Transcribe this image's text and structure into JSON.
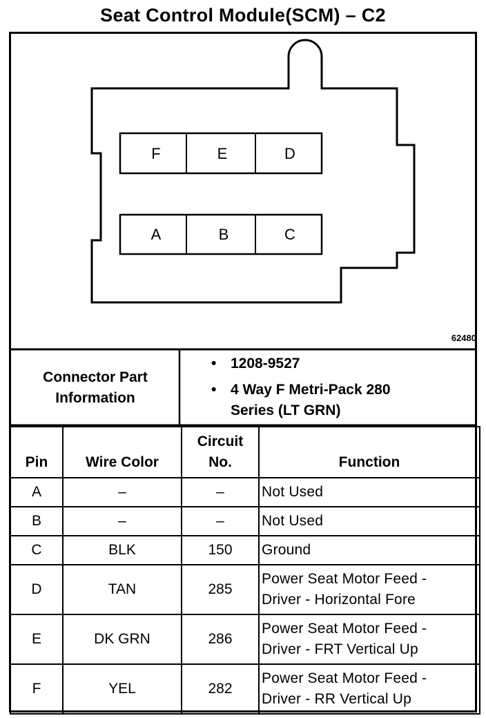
{
  "title": "Seat Control Module(SCM) – C2",
  "figure_id": "62480",
  "connector_pins": {
    "top_row": [
      "F",
      "E",
      "D"
    ],
    "bottom_row": [
      "A",
      "B",
      "C"
    ]
  },
  "connector_info": {
    "label_line1": "Connector Part",
    "label_line2": "Information",
    "items": [
      {
        "line1": "1208-9527",
        "line2": ""
      },
      {
        "line1": "4 Way F Metri-Pack 280",
        "line2": "Series (LT GRN)"
      }
    ]
  },
  "table": {
    "headers": {
      "pin": "Pin",
      "wire_color": "Wire Color",
      "circuit_line1": "Circuit",
      "circuit_line2": "No.",
      "function": "Function"
    },
    "rows": [
      {
        "pin": "A",
        "wire": "–",
        "circuit": "–",
        "func1": "Not Used",
        "func2": ""
      },
      {
        "pin": "B",
        "wire": "–",
        "circuit": "–",
        "func1": "Not Used",
        "func2": ""
      },
      {
        "pin": "C",
        "wire": "BLK",
        "circuit": "150",
        "func1": "Ground",
        "func2": ""
      },
      {
        "pin": "D",
        "wire": "TAN",
        "circuit": "285",
        "func1": "Power Seat Motor Feed -",
        "func2": "Driver - Horizontal Fore"
      },
      {
        "pin": "E",
        "wire": "DK GRN",
        "circuit": "286",
        "func1": "Power Seat Motor Feed -",
        "func2": "Driver - FRT Vertical Up"
      },
      {
        "pin": "F",
        "wire": "YEL",
        "circuit": "282",
        "func1": "Power Seat Motor Feed -",
        "func2": "Driver - RR Vertical Up"
      }
    ]
  }
}
